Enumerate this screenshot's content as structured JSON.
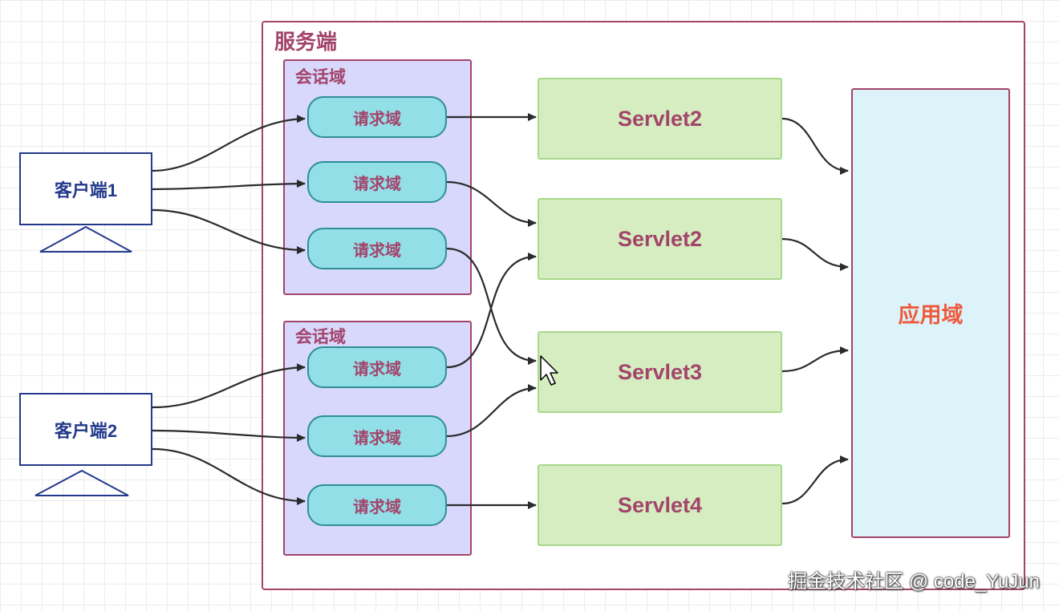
{
  "server": {
    "title": "服务端"
  },
  "sessions": [
    {
      "title": "会话域",
      "requests": [
        "请求域",
        "请求域",
        "请求域"
      ]
    },
    {
      "title": "会话域",
      "requests": [
        "请求域",
        "请求域",
        "请求域"
      ]
    }
  ],
  "servlets": [
    "Servlet2",
    "Servlet2",
    "Servlet3",
    "Servlet4"
  ],
  "app_domain": "应用域",
  "clients": [
    "客户端1",
    "客户端2"
  ],
  "watermark": "掘金技术社区 @ code_YuJun",
  "colors": {
    "frame": "#a3446b",
    "session_fill": "#d7d8fb",
    "request_fill": "#93dfe7",
    "servlet_fill": "#d5edc0",
    "app_fill": "#dcf3fa",
    "app_text": "#ef5a3c",
    "client_border": "#23398c"
  }
}
